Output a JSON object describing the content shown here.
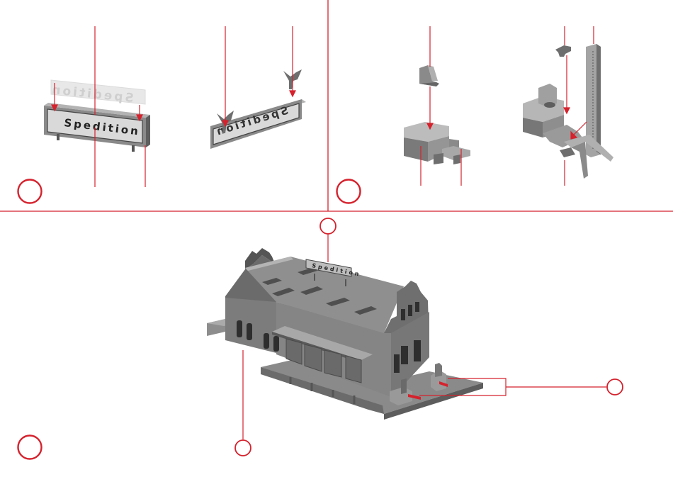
{
  "sign": {
    "text": "Spedition"
  },
  "colors": {
    "callout_red": "#d5222d",
    "model_gray": "#7d7d7d",
    "model_dark": "#555555",
    "model_light": "#b9b9b9"
  },
  "icons": {
    "step_marker": "red-circle",
    "callout_marker": "red-circle"
  }
}
